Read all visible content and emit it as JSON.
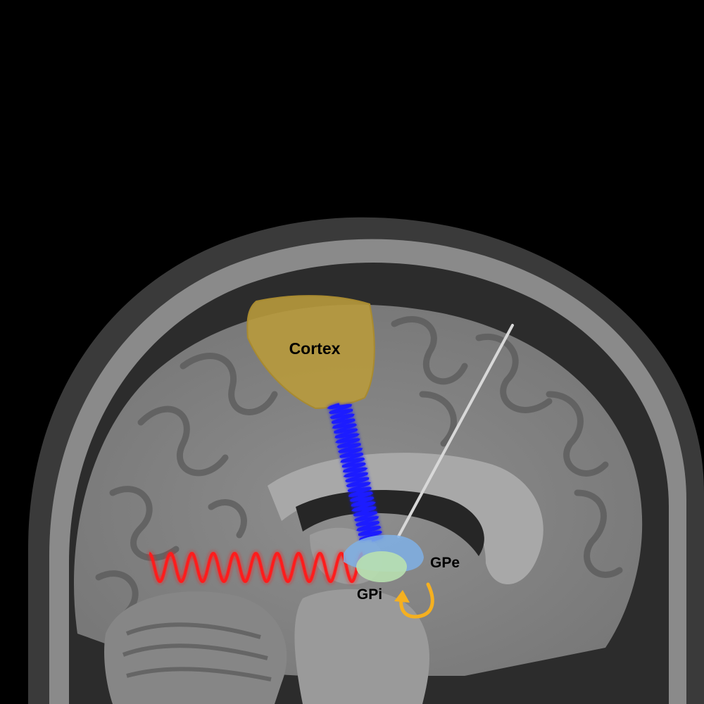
{
  "labels": {
    "cortex": "Cortex",
    "gpe": "GPe",
    "gpi": "GPi"
  },
  "colors": {
    "background": "#000000",
    "cortex_fill": "#b89a3c",
    "gpe_fill": "#7fb0e6",
    "gpi_fill": "#b8e0b0",
    "cortical_oscillation": "#1a1aff",
    "basal_ganglia_oscillation": "#ff1a1a",
    "feedback_arrow": "#f5b020",
    "electrode": "#d8d8d8"
  },
  "icons": {
    "feedback_arrow": "curved-arrow-icon",
    "electrode": "dbs-electrode-icon"
  }
}
